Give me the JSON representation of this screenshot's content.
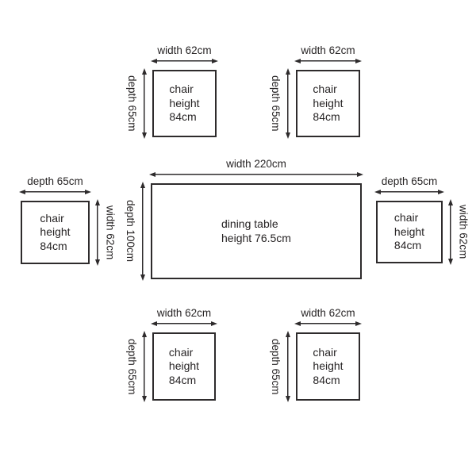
{
  "diagram": {
    "kind": "furniture dimension plan",
    "ink_color": "#2e2b2c",
    "background_color": "#ffffff"
  },
  "table": {
    "body_label": "dining table\nheight 76.5cm",
    "top_dim": "width 220cm",
    "side_dim": "depth 100cm"
  },
  "chairs": [
    {
      "id": "top-left",
      "body_label": "chair\nheight\n84cm",
      "top_dim": "width 62cm",
      "side_dim": "depth 65cm",
      "side_position": "left"
    },
    {
      "id": "top-right",
      "body_label": "chair\nheight\n84cm",
      "top_dim": "width 62cm",
      "side_dim": "depth 65cm",
      "side_position": "left"
    },
    {
      "id": "middle-left",
      "body_label": "chair\nheight\n84cm",
      "top_dim": "depth 65cm",
      "side_dim": "width 62cm",
      "side_position": "right"
    },
    {
      "id": "middle-right",
      "body_label": "chair\nheight\n84cm",
      "top_dim": "depth 65cm",
      "side_dim": "width 62cm",
      "side_position": "right"
    },
    {
      "id": "bottom-left",
      "body_label": "chair\nheight\n84cm",
      "top_dim": "width 62cm",
      "side_dim": "depth 65cm",
      "side_position": "left"
    },
    {
      "id": "bottom-right",
      "body_label": "chair\nheight\n84cm",
      "top_dim": "width 62cm",
      "side_dim": "depth 65cm",
      "side_position": "left"
    }
  ]
}
